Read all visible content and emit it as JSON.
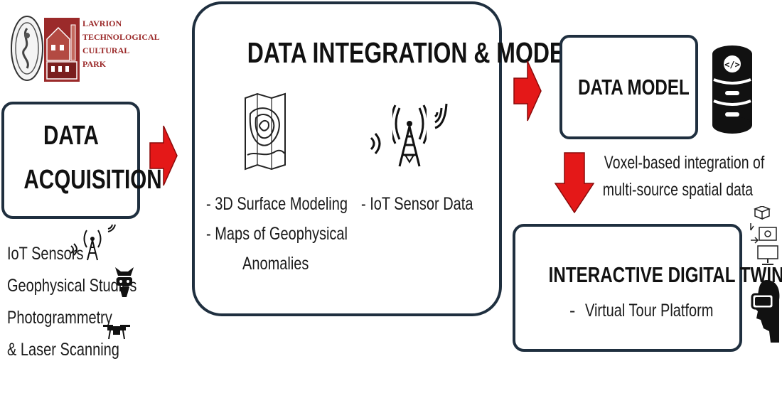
{
  "logos": {
    "park_name": [
      "LAVRION",
      "TECHNOLOGICAL",
      "CULTURAL",
      "PARK"
    ]
  },
  "acquisition": {
    "title_line1": "DATA",
    "title_line2": "ACQUISITION",
    "items": [
      "IoT Sensors",
      "Geophysical Studies",
      "Photogrammetry",
      "& Laser Scanning"
    ]
  },
  "integration": {
    "title": "DATA INTEGRATION & MODELING",
    "left_items": [
      "- 3D Surface Modeling",
      "- Maps of Geophysical",
      "Anomalies"
    ],
    "right_items": [
      "- IoT Sensor Data"
    ]
  },
  "data_model": {
    "title": "DATA MODEL",
    "caption_line1": "Voxel-based integration of",
    "caption_line2": "multi-source spatial data"
  },
  "digital_twin": {
    "title": "INTERACTIVE DIGITAL TWIN",
    "bullet": "-",
    "item": "Virtual Tour Platform"
  },
  "colors": {
    "arrow": "#e41818",
    "border": "#1f2f3f",
    "logo_red": "#9b2a2a"
  },
  "icons": [
    "university-seal-icon",
    "park-building-logo-icon",
    "topographic-map-icon",
    "radio-tower-icon",
    "wifi-signal-icon",
    "database-code-icon",
    "cube-monitor-icon",
    "vr-headset-icon",
    "drone-icon",
    "geophysics-robot-icon"
  ]
}
